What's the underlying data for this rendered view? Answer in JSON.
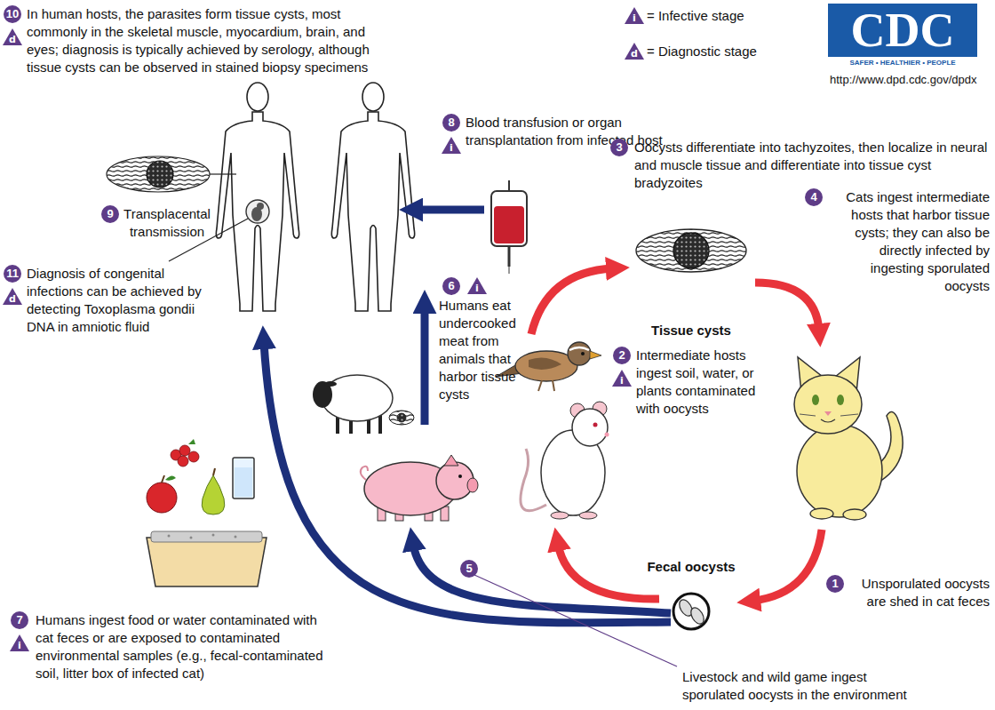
{
  "diagram": {
    "labels": [
      "10",
      "d",
      "In human hosts, the parasites form tissue cysts, most commonly in the skeletal muscle, myocardium, brain, and eyes; diagnosis is typically achieved by serology, although tissue cysts can be observed in stained biopsy specimens",
      "i",
      "d",
      "CDC",
      "SAFER • HEALTHIER • PEOPLE",
      "http://www.dpd.cdc.gov/dpdx",
      "8",
      "i",
      "Blood transfusion or organ transplantation from infected host",
      "3",
      "Oocysts differentiate into tachyzoites, then localize in neural and muscle tissue and differentiate into tissue cyst bradyzoites",
      "9",
      "Transplacental transmission",
      "4",
      "Cats ingest intermediate hosts that harbor tissue cysts; they can also be directly infected by ingesting sporulated oocysts",
      "11",
      "d",
      "Diagnosis of congenital infections can be achieved by detecting Toxoplasma gondii DNA in amniotic fluid",
      "6",
      "i",
      "Humans eat undercooked meat from animals that harbor tissue cysts",
      "Tissue cysts",
      "2",
      "i",
      "Intermediate hosts ingest soil, water, or plants contaminated with oocysts",
      "Fecal oocysts",
      "5",
      "1",
      "Unsporulated oocysts are shed in cat feces",
      "7",
      "i",
      "Humans ingest food or water contaminated with cat feces or are exposed to contaminated environmental samples (e.g., fecal-contaminated soil, litter box of infected cat)",
      "Livestock and wild game ingest sporulated oocysts in the environment"
    ],
    "legend": [
      {
        "text": "= Infective stage"
      },
      {
        "text": "= Diagnostic stage"
      }
    ]
  }
}
